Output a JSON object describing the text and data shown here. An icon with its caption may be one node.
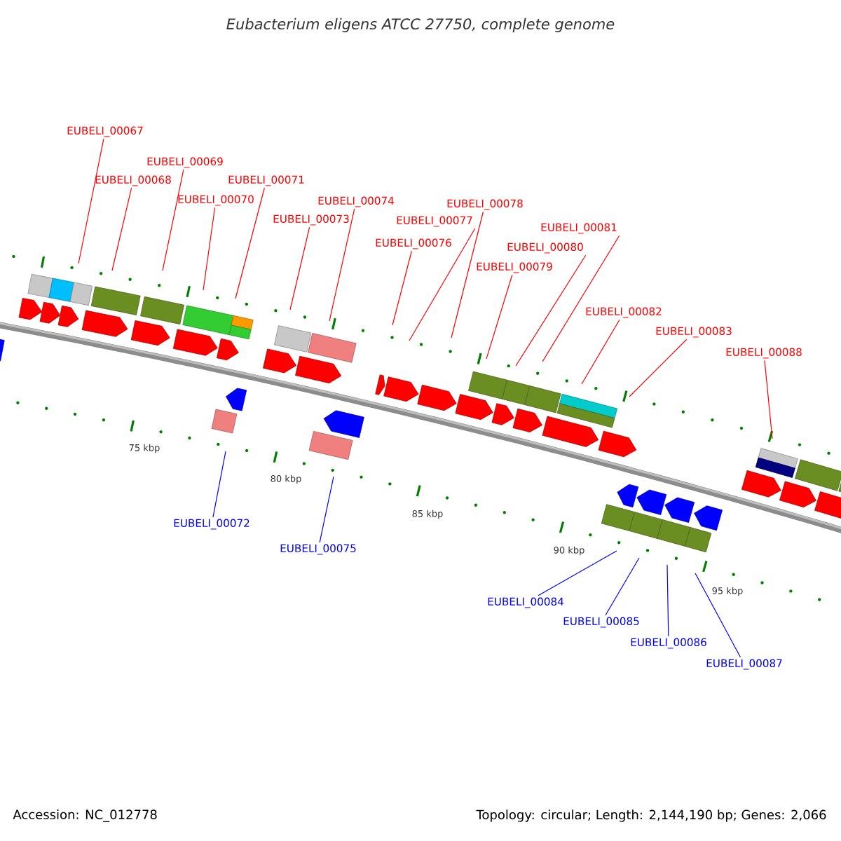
{
  "diagram": {
    "title": "Eubacterium eligens ATCC 27750, complete genome",
    "nodes": [
      {
        "text": [
          "EUBELI_00067"
        ]
      },
      {
        "text": [
          "EUBELI_00068"
        ]
      },
      {
        "text": [
          "EUBELI_00069"
        ]
      },
      {
        "text": [
          "EUBELI_00070"
        ]
      },
      {
        "text": [
          "EUBELI_00071"
        ]
      },
      {
        "text": [
          "EUBELI_00072"
        ]
      },
      {
        "text": [
          "EUBELI_00073"
        ]
      },
      {
        "text": [
          "EUBELI_00074"
        ]
      },
      {
        "text": [
          "EUBELI_00075"
        ]
      },
      {
        "text": [
          "EUBELI_00076"
        ]
      },
      {
        "text": [
          "EUBELI_00077"
        ]
      },
      {
        "text": [
          "EUBELI_00078"
        ]
      },
      {
        "text": [
          "EUBELI_00079"
        ]
      },
      {
        "text": [
          "EUBELI_00080"
        ]
      },
      {
        "text": [
          "EUBELI_00081"
        ]
      },
      {
        "text": [
          "EUBELI_00082"
        ]
      },
      {
        "text": [
          "EUBELI_00083"
        ]
      },
      {
        "text": [
          "EUBELI_00084"
        ]
      },
      {
        "text": [
          "EUBELI_00085"
        ]
      },
      {
        "text": [
          "EUBELI_00086"
        ]
      },
      {
        "text": [
          "EUBELI_00087"
        ]
      },
      {
        "text": [
          "EUBELI_00088"
        ]
      }
    ],
    "edges": [
      {
        "from": 0,
        "to": null,
        "arrow": "none"
      },
      {
        "from": 1,
        "to": null,
        "arrow": "none"
      },
      {
        "from": 2,
        "to": null,
        "arrow": "none"
      },
      {
        "from": 3,
        "to": null,
        "arrow": "none"
      },
      {
        "from": 4,
        "to": null,
        "arrow": "none"
      },
      {
        "from": 5,
        "to": null,
        "arrow": "none",
        "color": "#0000ff"
      },
      {
        "from": 6,
        "to": null,
        "arrow": "none"
      },
      {
        "from": 7,
        "to": null,
        "arrow": "none"
      },
      {
        "from": 8,
        "to": null,
        "arrow": "none",
        "color": "#0000ff"
      },
      {
        "from": 9,
        "to": null,
        "arrow": "none"
      },
      {
        "from": 10,
        "to": null,
        "arrow": "none"
      },
      {
        "from": 11,
        "to": null,
        "arrow": "none"
      },
      {
        "from": 12,
        "to": null,
        "arrow": "none"
      },
      {
        "from": 13,
        "to": null,
        "arrow": "none"
      },
      {
        "from": 14,
        "to": null,
        "arrow": "none"
      },
      {
        "from": 15,
        "to": null,
        "arrow": "none"
      },
      {
        "from": 16,
        "to": null,
        "arrow": "none"
      },
      {
        "from": 17,
        "to": null,
        "arrow": "none",
        "color": "#0000ff"
      },
      {
        "from": 18,
        "to": null,
        "arrow": "none",
        "color": "#0000ff"
      },
      {
        "from": 19,
        "to": null,
        "arrow": "none",
        "color": "#0000ff"
      },
      {
        "from": 20,
        "to": null,
        "arrow": "none",
        "color": "#0000ff"
      },
      {
        "from": 21,
        "to": null,
        "arrow": "none"
      }
    ],
    "labels": [
      "75 kbp",
      "80 kbp",
      "85 kbp",
      "90 kbp",
      "95 kbp",
      "Accession: NC_012778",
      "Topology: circular; Length: 2,144,190 bp; Genes: 2,066"
    ]
  }
}
